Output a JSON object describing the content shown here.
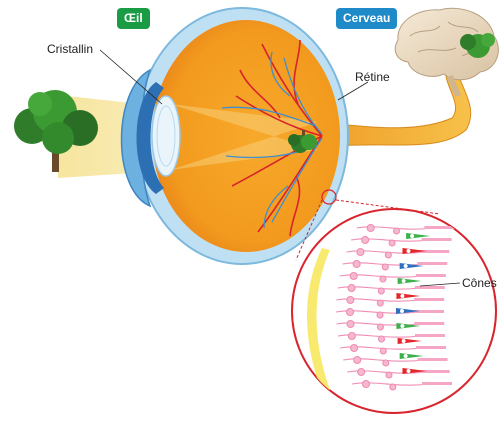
{
  "labels": {
    "eye": "Œil",
    "brain": "Cerveau",
    "lens": "Cristallin",
    "retina": "Rétine",
    "cones": "Cônes"
  },
  "colors": {
    "eye_badge": "#1a9b45",
    "brain_badge": "#1e8ac8",
    "eyeball": "#f29a1e",
    "sclera": "#a9d4ec",
    "nerve": "#f3b33d",
    "vessels_red": "#d8232a",
    "vessels_blue": "#3d8fd0",
    "zoom_circle": "#d9252d",
    "retina_cells": "#f08cb4",
    "cone_green": "#3cb04a",
    "cone_red": "#e2262a",
    "cone_blue": "#2f6fc0",
    "light_band": "#f6e49a"
  },
  "icons": {
    "tree": "tree-icon",
    "brain": "brain-icon"
  }
}
